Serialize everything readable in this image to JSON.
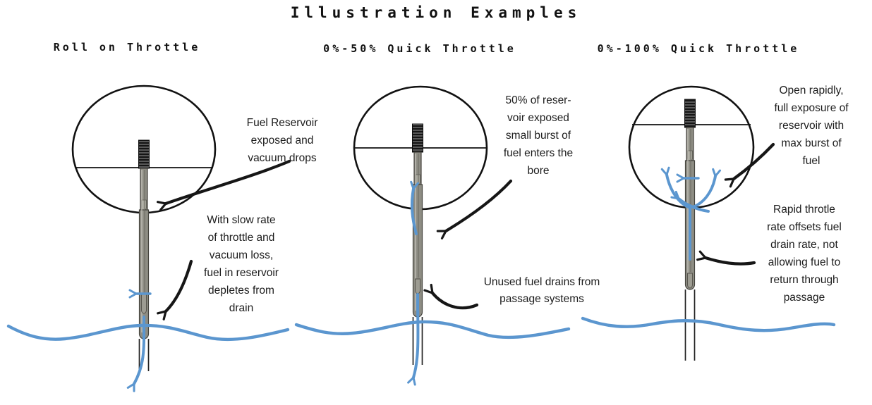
{
  "title": "Illustration Examples",
  "colors": {
    "flow_blue": "#5b96cf",
    "ink": "#161616",
    "needle_gray": "#8b8a80"
  },
  "panels": [
    {
      "title": "Roll on Throttle",
      "annotations": [
        {
          "lines": [
            "Fuel Reservoir",
            "exposed and",
            "vacuum drops"
          ]
        },
        {
          "lines": [
            "With slow rate",
            "of throttle and",
            "vacuum loss,",
            "fuel in reservoir",
            "depletes from",
            "drain"
          ]
        }
      ]
    },
    {
      "title": "0%-50% Quick Throttle",
      "annotations": [
        {
          "lines": [
            "50% of reser-",
            "voir exposed",
            "small burst of",
            "fuel enters the",
            "bore"
          ]
        },
        {
          "lines": [
            "Unused fuel drains from",
            "passage systems"
          ]
        }
      ]
    },
    {
      "title": "0%-100% Quick Throttle",
      "annotations": [
        {
          "lines": [
            "Open rapidly,",
            "full exposure of",
            "reservoir with",
            "max burst of",
            "fuel"
          ]
        },
        {
          "lines": [
            "Rapid throtle",
            "rate offsets fuel",
            "drain rate, not",
            "allowing fuel to",
            "return through",
            "passage"
          ]
        }
      ]
    }
  ]
}
